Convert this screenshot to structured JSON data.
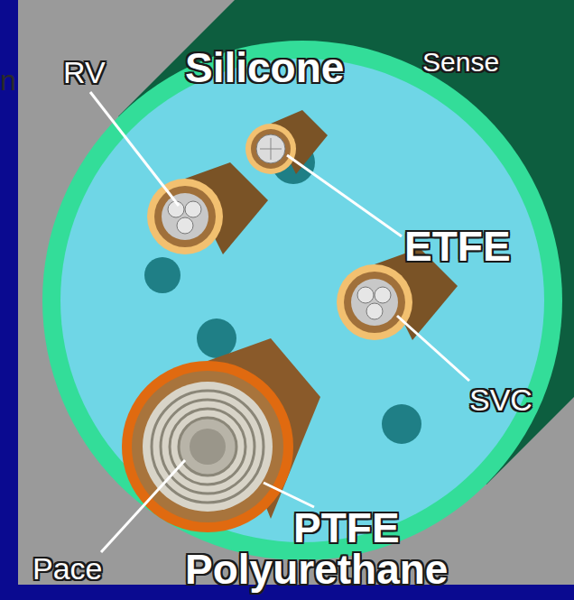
{
  "diagram": {
    "labels": [
      "n",
      "RV",
      "Sense",
      "Silicone",
      "ETFE",
      "SVC",
      "PTFE",
      "Pace",
      "Polyurethane"
    ]
  }
}
